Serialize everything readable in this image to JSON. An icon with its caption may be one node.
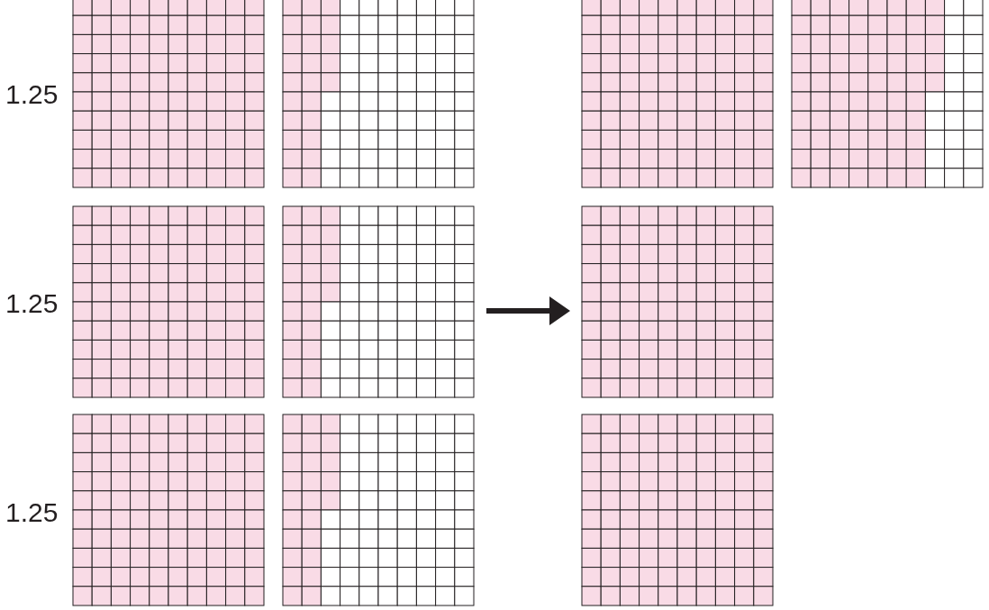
{
  "diagram": {
    "labels": [
      "1.25",
      "1.25",
      "1.25"
    ]
  }
}
